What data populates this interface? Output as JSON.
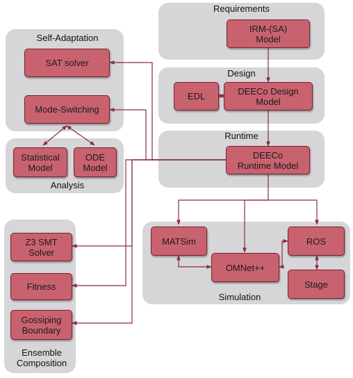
{
  "groups": {
    "requirements": "Requirements",
    "design": "Design",
    "runtime": "Runtime",
    "self_adaptation": "Self-Adaptation",
    "analysis": "Analysis",
    "simulation": "Simulation",
    "ensemble_line1": "Ensemble",
    "ensemble_line2": "Composition"
  },
  "nodes": {
    "irm_l1": "IRM-(SA)",
    "irm_l2": "Model",
    "edl": "EDL",
    "design_model_l1": "DEECo Design",
    "design_model_l2": "Model",
    "runtime_model_l1": "DEECo",
    "runtime_model_l2": "Runtime Model",
    "sat_solver": "SAT solver",
    "mode_switching": "Mode-Switching",
    "statistical_l1": "Statistical",
    "statistical_l2": "Model",
    "ode_l1": "ODE",
    "ode_l2": "Model",
    "z3_l1": "Z3 SMT",
    "z3_l2": "Solver",
    "fitness": "Fitness",
    "gossip_l1": "Gossiping",
    "gossip_l2": "Boundary",
    "matsim": "MATSim",
    "omnet": "OMNet++",
    "ros": "ROS",
    "stage": "Stage"
  },
  "colors": {
    "group_fill": "#d6d6d8",
    "node_fill": "#c9626f",
    "node_border": "#7a1f33",
    "edge": "#8a2a44"
  }
}
